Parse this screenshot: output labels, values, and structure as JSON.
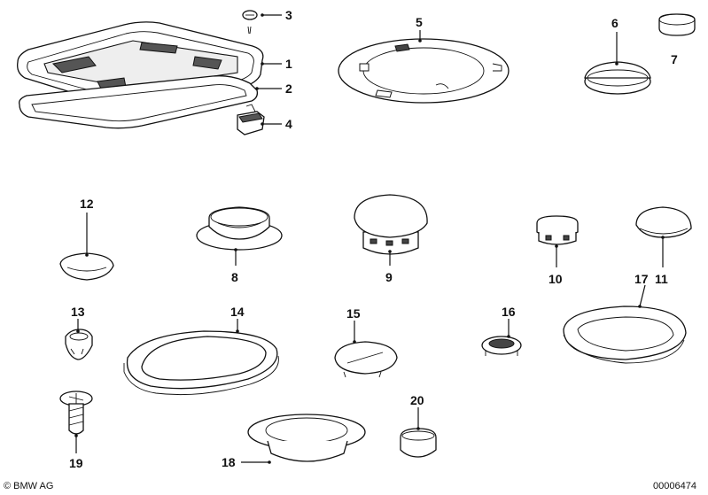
{
  "callouts": {
    "c1": "1",
    "c2": "2",
    "c3": "3",
    "c4": "4",
    "c5": "5",
    "c6": "6",
    "c7": "7",
    "c8": "8",
    "c9": "9",
    "c10": "10",
    "c11": "11",
    "c12": "12",
    "c13": "13",
    "c14": "14",
    "c15": "15",
    "c16": "16",
    "c17": "17",
    "c18": "18",
    "c19": "19",
    "c20": "20"
  },
  "footer": {
    "copyright": "© BMW AG",
    "diagram_number": "00006474"
  }
}
